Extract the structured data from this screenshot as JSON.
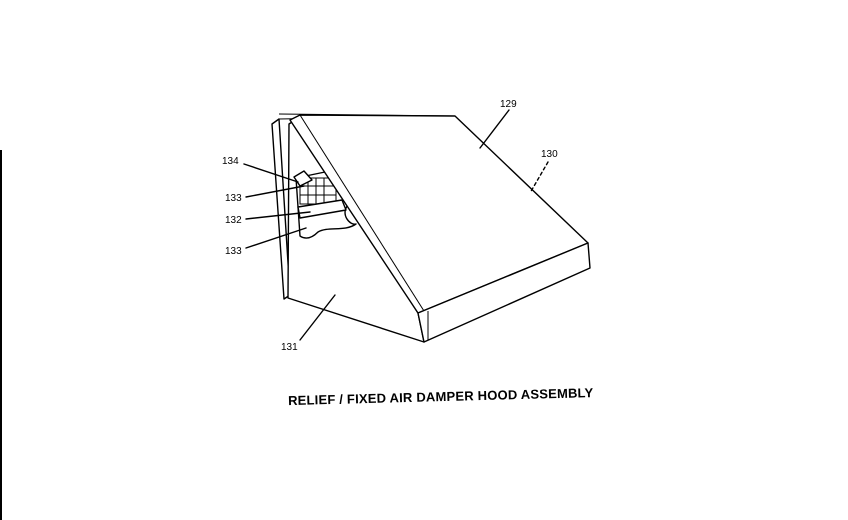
{
  "diagram": {
    "title": "RELIEF / FIXED AIR DAMPER HOOD ASSEMBLY",
    "callouts": {
      "c129": "129",
      "c130": "130",
      "c134": "134",
      "c133a": "133",
      "c132": "132",
      "c133b": "133",
      "c131": "131"
    }
  }
}
